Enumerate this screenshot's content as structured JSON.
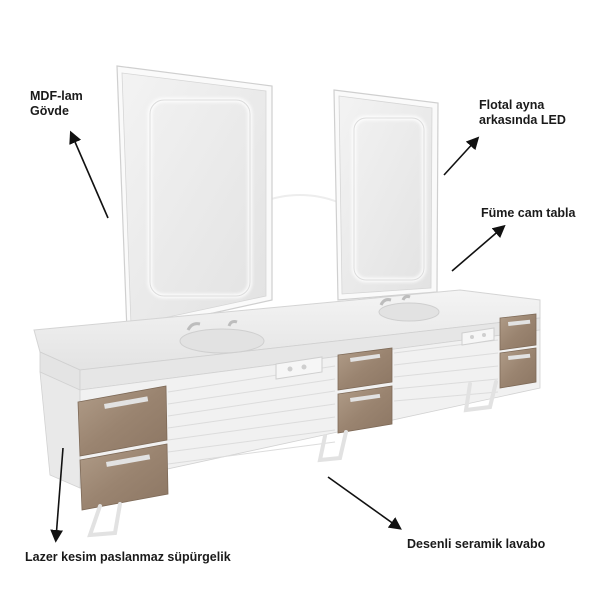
{
  "labels": {
    "body_material": [
      "MDF-lam",
      "Gövde"
    ],
    "mirror_led": [
      "Flotal ayna",
      "arkasında LED"
    ],
    "glass_shelf": "Füme cam tabla",
    "plinth": "Lazer kesim paslanmaz süpürgelik",
    "sink": "Desenli seramik lavabo"
  },
  "colors": {
    "wood": "#9c8673",
    "cabinet_white": "#f1f1f1",
    "countertop": "#e9e9e9",
    "led_glow": "#ffffff",
    "arrow": "#111111",
    "handle": "#d9d9d9"
  },
  "icons": {
    "arrow": "arrow-icon"
  }
}
